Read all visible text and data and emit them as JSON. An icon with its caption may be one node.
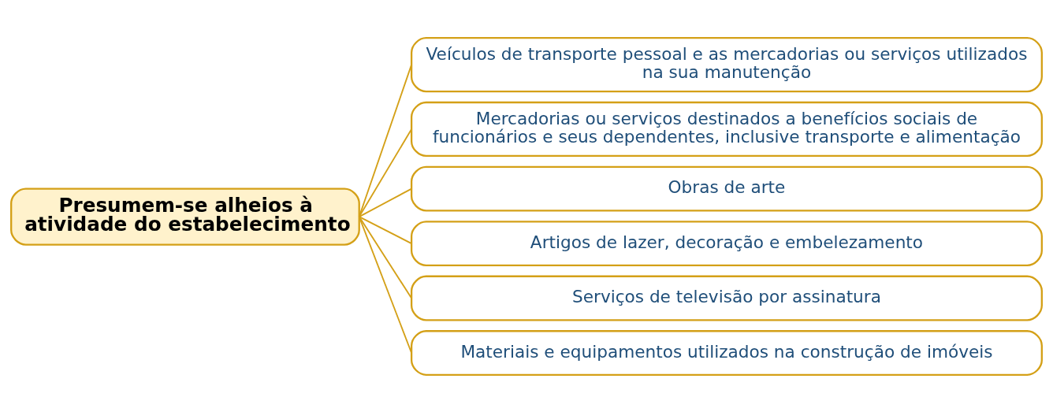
{
  "diagram": {
    "nodes": [
      {
        "text": [
          "Presumem-se alheios à atividade do estabelecimento"
        ]
      },
      {
        "text": [
          "Veículos de transporte pessoal e as mercadorias ou serviços utilizados na sua manutenção"
        ]
      },
      {
        "text": [
          "Mercadorias ou serviços destinados a benefícios sociais de funcionários e seus dependentes, inclusive transporte e alimentação"
        ]
      },
      {
        "text": [
          "Obras de arte"
        ]
      },
      {
        "text": [
          "Artigos de lazer, decoração e embelezamento"
        ]
      },
      {
        "text": [
          "Serviços de televisão por assinatura"
        ]
      },
      {
        "text": [
          "Materiais e equipamentos utilizados na construção de imóveis"
        ]
      }
    ],
    "edges": [
      {
        "from": 0,
        "to": 1,
        "arrow": "none"
      },
      {
        "from": 0,
        "to": 2,
        "arrow": "none"
      },
      {
        "from": 0,
        "to": 3,
        "arrow": "none"
      },
      {
        "from": 0,
        "to": 4,
        "arrow": "none"
      },
      {
        "from": 0,
        "to": 5,
        "arrow": "none"
      },
      {
        "from": 0,
        "to": 6,
        "arrow": "none"
      }
    ]
  }
}
